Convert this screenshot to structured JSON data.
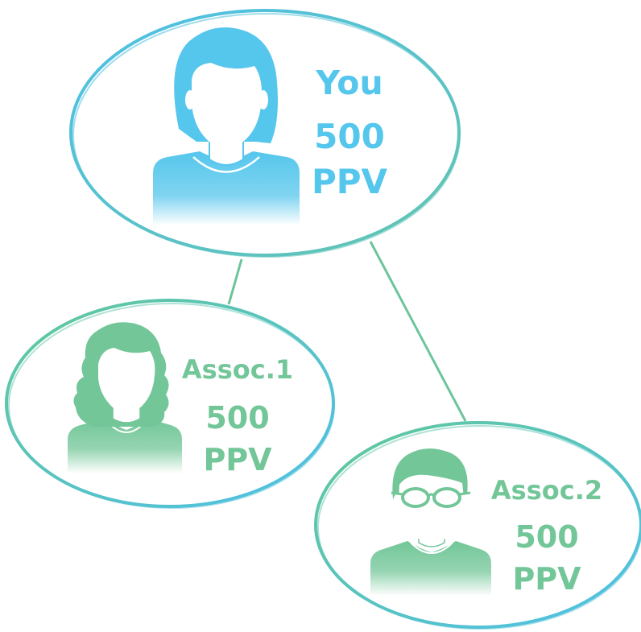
{
  "colors": {
    "blue": "#55c6ec",
    "green": "#72c698",
    "line_green": "#6cc59a",
    "ring_blue": "#4ec0e8",
    "ring_teal": "#62c4b0"
  },
  "nodes": {
    "you": {
      "name": "You",
      "value": "500",
      "unit": "PPV",
      "avatar_icon": "woman-short-hair-icon"
    },
    "assoc1": {
      "name": "Assoc.1",
      "value": "500",
      "unit": "PPV",
      "avatar_icon": "woman-curly-hair-icon"
    },
    "assoc2": {
      "name": "Assoc.2",
      "value": "500",
      "unit": "PPV",
      "avatar_icon": "man-glasses-icon"
    }
  }
}
